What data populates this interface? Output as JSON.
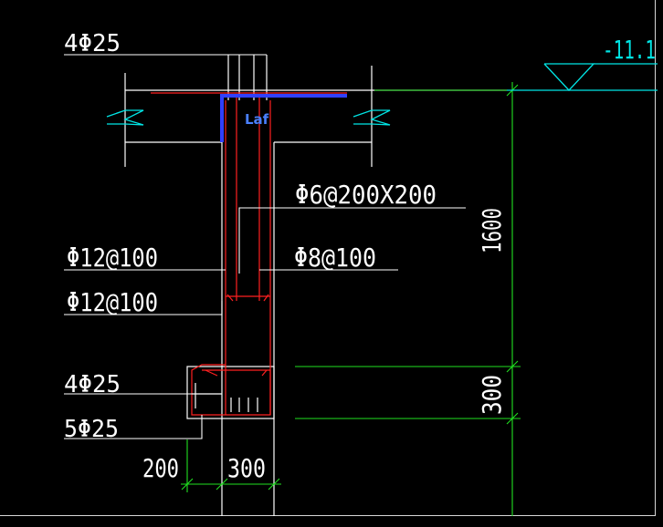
{
  "colors": {
    "background": "#000000",
    "line": "#ffffff",
    "rebar": "#ff2020",
    "dimension": "#20e020",
    "elevation": "#00e5e5",
    "highlight_bar": "#3040ff"
  },
  "elevation": {
    "text": "-11.1"
  },
  "labels": {
    "top_bars": "4Φ25",
    "laf": "Laf",
    "ties": "Φ6@200X200",
    "left_stirrup": "Φ12@100",
    "right_stirrup": "Φ8@100",
    "left_stirrup_2": "Φ12@100",
    "beam_top_bars": "4Φ25",
    "beam_bottom_bars": "5Φ25"
  },
  "dimensions": {
    "wall_height": "1600",
    "beam_height": "300",
    "ledge_width": "200",
    "wall_width": "300"
  }
}
